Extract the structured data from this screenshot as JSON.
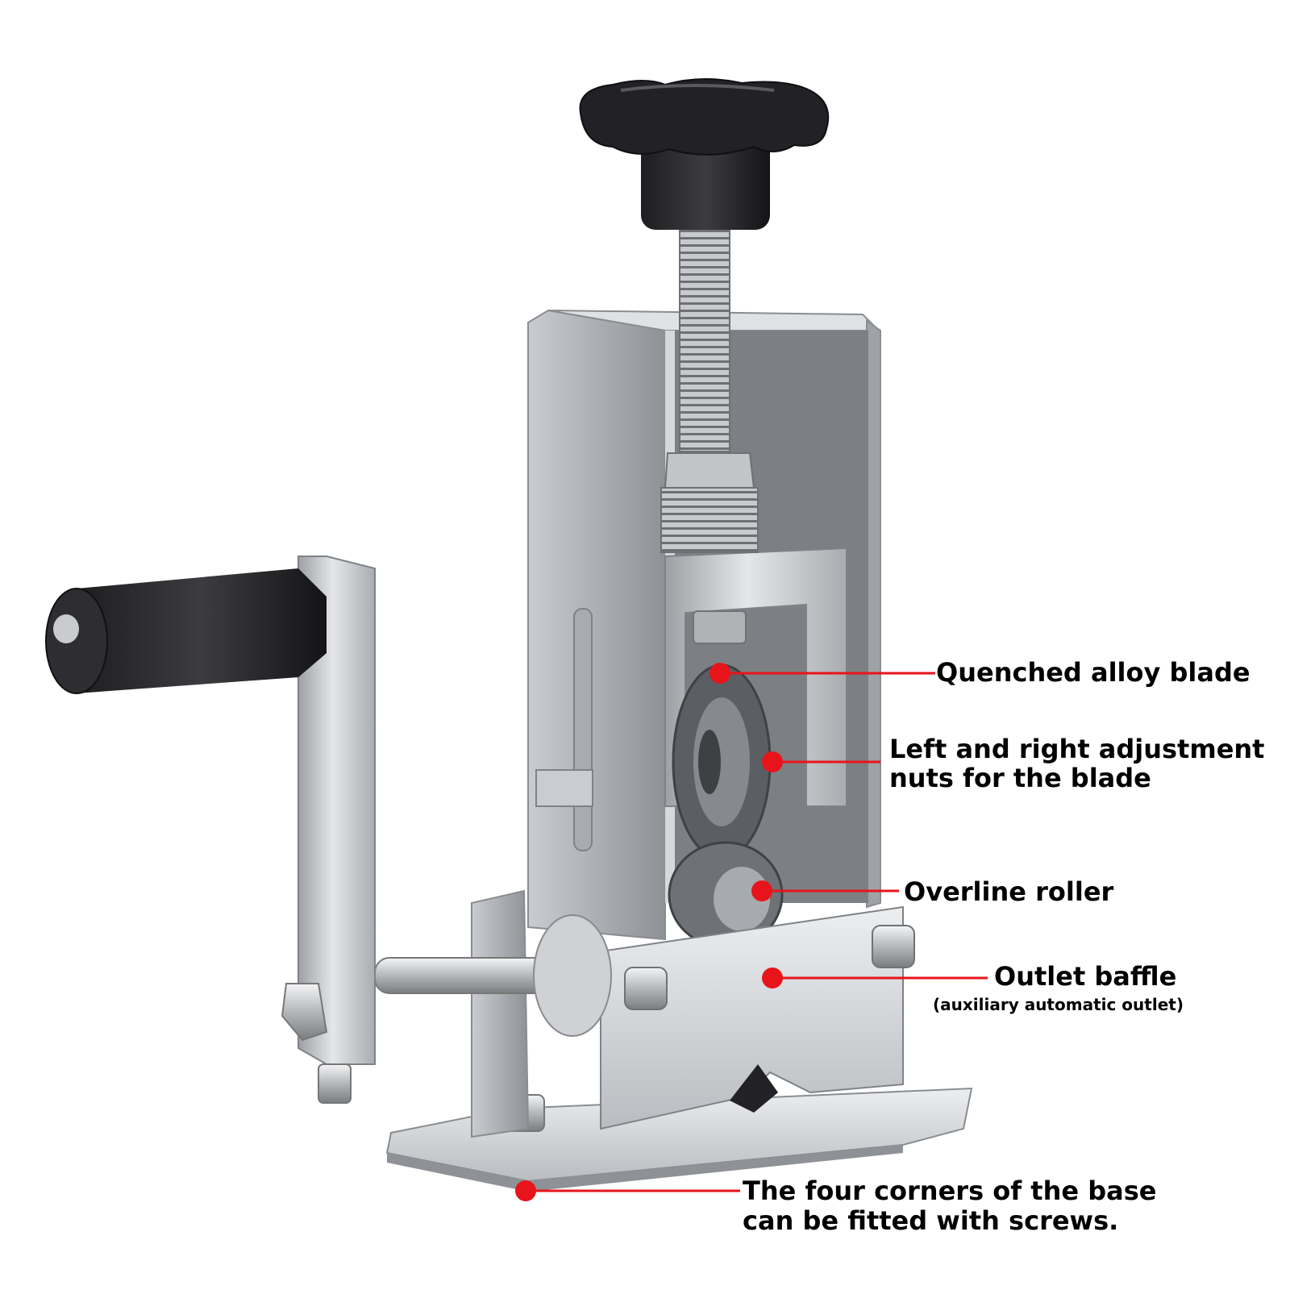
{
  "accent_color": "#e8141c",
  "labels": {
    "blade": "Quenched alloy blade",
    "nuts_line1": "Left and right adjustment",
    "nuts_line2": "nuts for the blade",
    "roller": "Overline roller",
    "baffle": "Outlet baffle",
    "baffle_sub": "(auxiliary automatic outlet)",
    "base_line1": "The four corners of the base",
    "base_line2": "can be fitted with screws."
  }
}
